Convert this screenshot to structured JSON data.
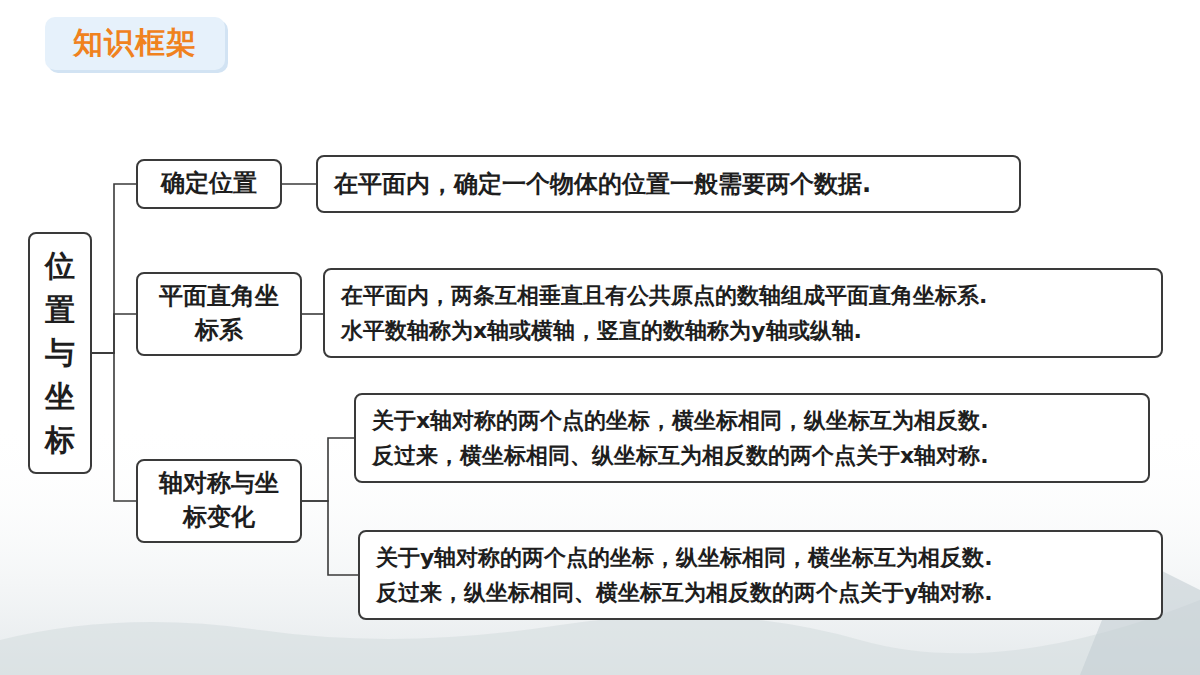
{
  "diagram": {
    "title": "知识框架",
    "nodes": [
      {
        "text": [
          "位置与坐标"
        ]
      },
      {
        "text": [
          "确定位置"
        ]
      },
      {
        "text": [
          "在平面内，确定一个物体的位置一般需要两个数据."
        ]
      },
      {
        "text": [
          "平面直角坐标系"
        ]
      },
      {
        "text": [
          "在平面内，两条互相垂直且有公共原点的数轴组成平面直角坐标系.",
          "水平数轴称为x轴或横轴，竖直的数轴称为y轴或纵轴."
        ]
      },
      {
        "text": [
          "轴对称与坐标变化"
        ]
      },
      {
        "text": [
          "关于x轴对称的两个点的坐标，横坐标相同，纵坐标互为相反数.",
          "反过来，横坐标相同、纵坐标互为相反数的两个点关于x轴对称."
        ]
      },
      {
        "text": [
          "关于y轴对称的两个点的坐标，纵坐标相同，横坐标互为相反数.",
          "反过来，纵坐标相同、横坐标互为相反数的两个点关于y轴对称."
        ]
      }
    ],
    "edges": [
      {
        "from": 0,
        "to": 1,
        "arrow": "none"
      },
      {
        "from": 0,
        "to": 3,
        "arrow": "none"
      },
      {
        "from": 0,
        "to": 5,
        "arrow": "none"
      },
      {
        "from": 1,
        "to": 2,
        "arrow": "none"
      },
      {
        "from": 3,
        "to": 4,
        "arrow": "none"
      },
      {
        "from": 5,
        "to": 6,
        "arrow": "none"
      },
      {
        "from": 5,
        "to": 7,
        "arrow": "none"
      }
    ]
  }
}
